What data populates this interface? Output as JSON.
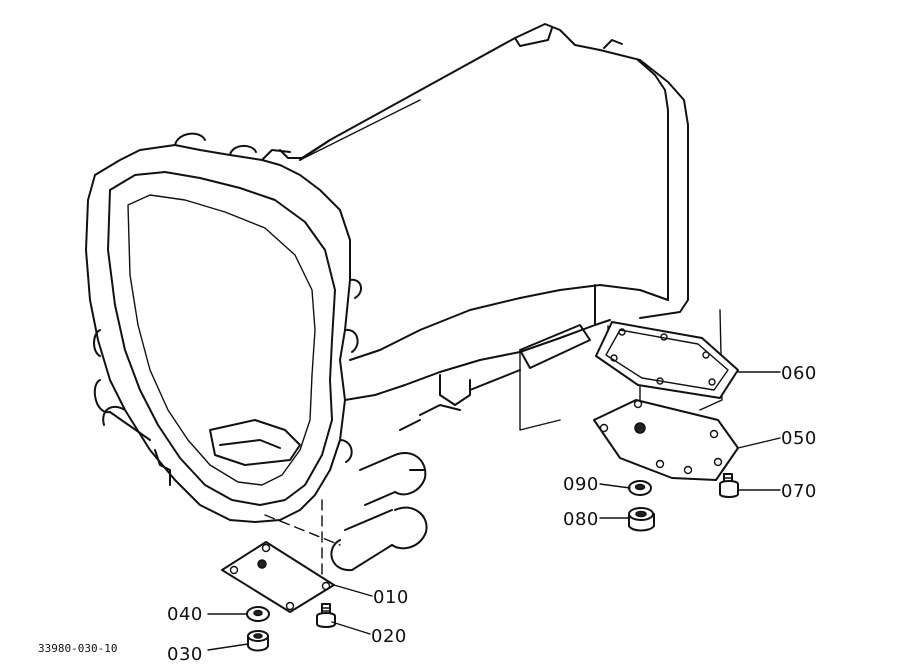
{
  "diagram_code": "33980-030-10",
  "parts": [
    {
      "number": "010"
    },
    {
      "number": "020"
    },
    {
      "number": "030"
    },
    {
      "number": "040"
    },
    {
      "number": "050"
    },
    {
      "number": "060"
    },
    {
      "number": "070"
    },
    {
      "number": "080"
    },
    {
      "number": "090"
    }
  ]
}
